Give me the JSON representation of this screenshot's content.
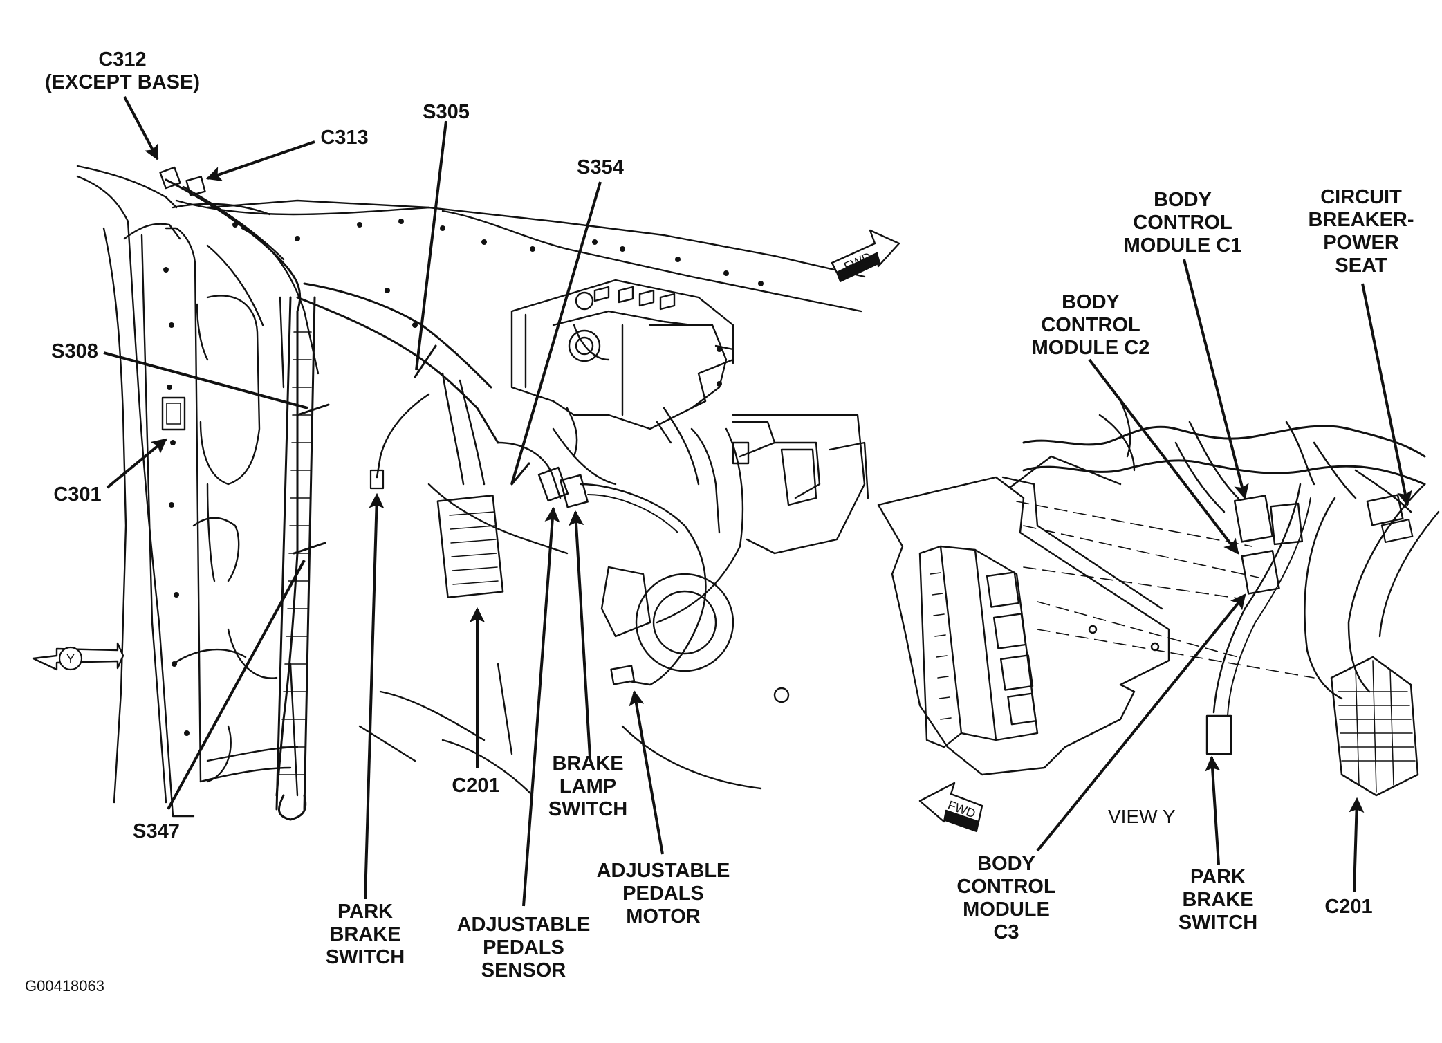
{
  "labels": {
    "c312": [
      "C312",
      "(EXCEPT BASE)"
    ],
    "c313": [
      "C313"
    ],
    "s305": [
      "S305"
    ],
    "s354": [
      "S354"
    ],
    "s308": [
      "S308"
    ],
    "c301": [
      "C301"
    ],
    "s347": [
      "S347"
    ],
    "c201_left": [
      "C201"
    ],
    "park_brake_switch_left": [
      "PARK",
      "BRAKE",
      "SWITCH"
    ],
    "adjustable_pedals_sensor": [
      "ADJUSTABLE",
      "PEDALS",
      "SENSOR"
    ],
    "brake_lamp_switch": [
      "BRAKE",
      "LAMP",
      "SWITCH"
    ],
    "adjustable_pedals_motor": [
      "ADJUSTABLE",
      "PEDALS",
      "MOTOR"
    ],
    "bcm_c1": [
      "BODY",
      "CONTROL",
      "MODULE C1"
    ],
    "circuit_breaker_power_seat": [
      "CIRCUIT",
      "BREAKER-",
      "POWER",
      "SEAT"
    ],
    "bcm_c2": [
      "BODY",
      "CONTROL",
      "MODULE C2"
    ],
    "bcm_c3": [
      "BODY",
      "CONTROL",
      "MODULE",
      "C3"
    ],
    "park_brake_switch_right": [
      "PARK",
      "BRAKE",
      "SWITCH"
    ],
    "c201_right": [
      "C201"
    ]
  },
  "view_label": "VIEW Y",
  "view_marker": "Y",
  "fwd_marker": "FWD",
  "figure_id": "G00418063"
}
